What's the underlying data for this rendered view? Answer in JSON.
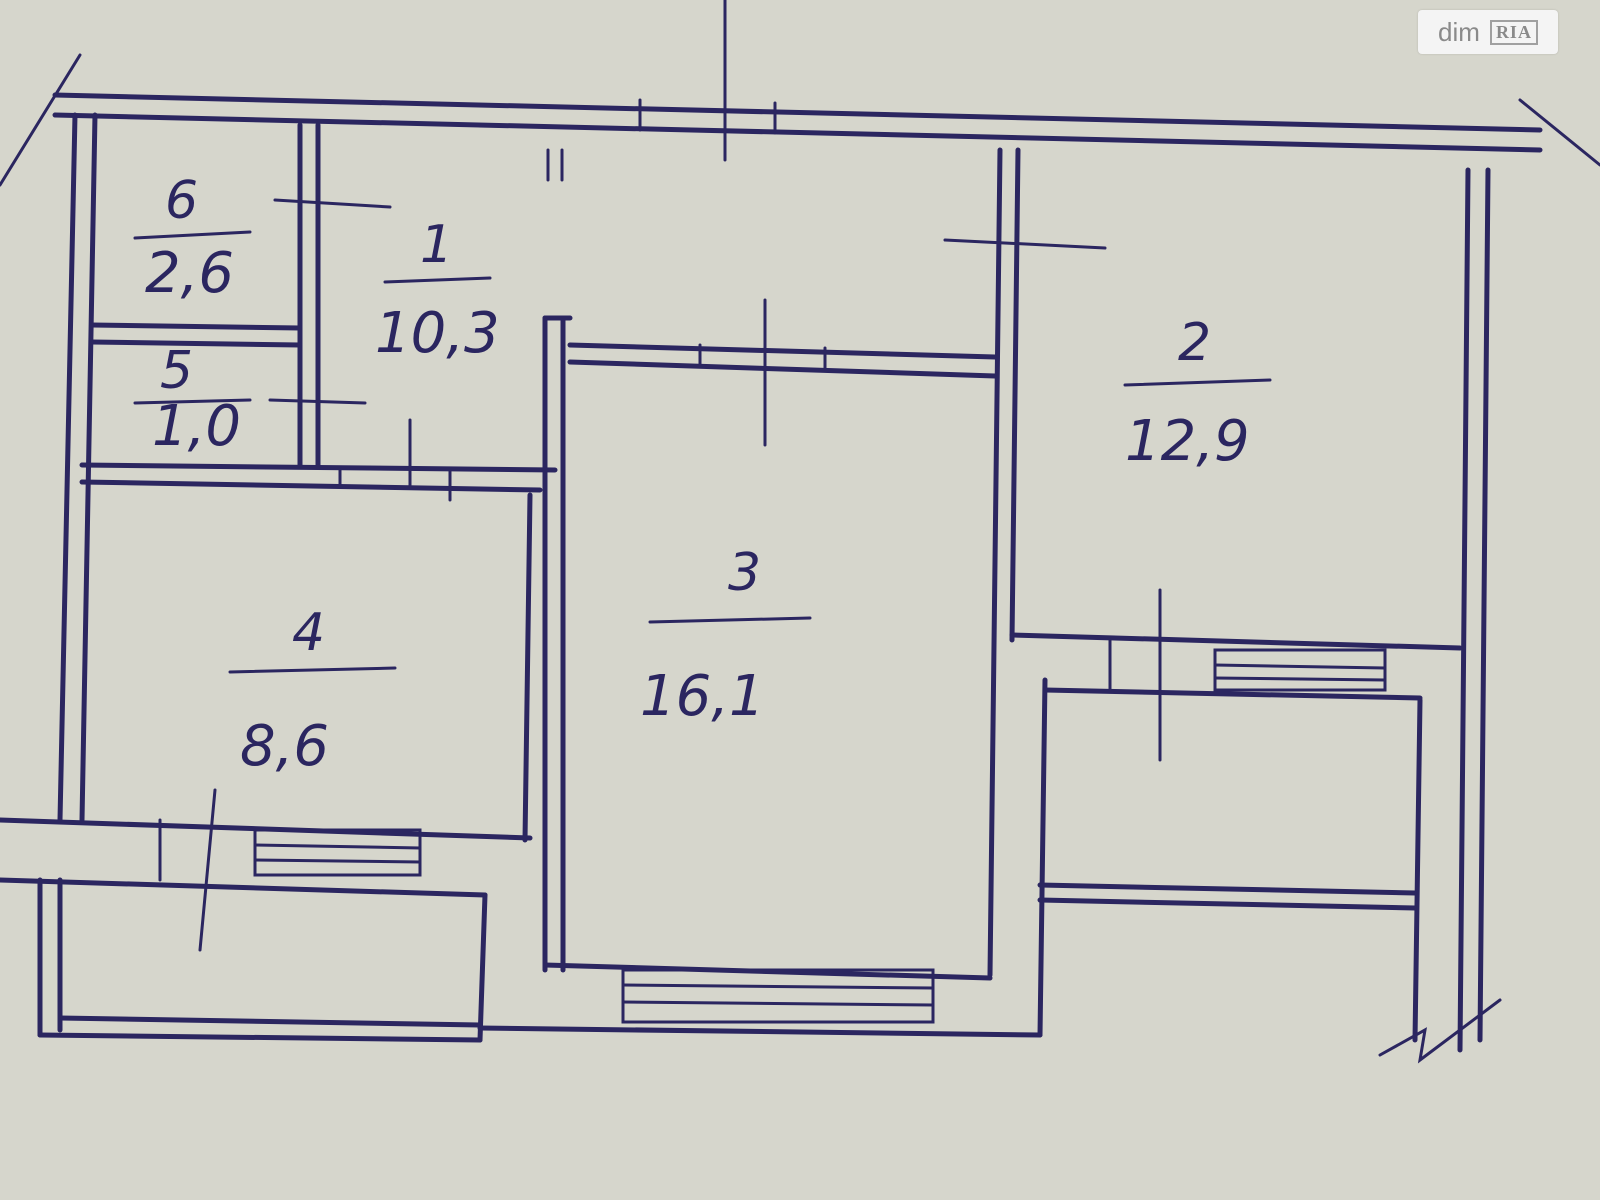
{
  "rooms": [
    {
      "id": "1",
      "number": "1",
      "area": "10,3"
    },
    {
      "id": "2",
      "number": "2",
      "area": "12,9"
    },
    {
      "id": "3",
      "number": "3",
      "area": "16,1"
    },
    {
      "id": "4",
      "number": "4",
      "area": "8,6"
    },
    {
      "id": "5",
      "number": "5",
      "area": "1,0"
    },
    {
      "id": "6",
      "number": "6",
      "area": "2,6"
    }
  ],
  "watermark": {
    "text": "dim",
    "logo": "RIA"
  },
  "colors": {
    "ink": "#2b2660",
    "paper": "#d6d6cc"
  }
}
